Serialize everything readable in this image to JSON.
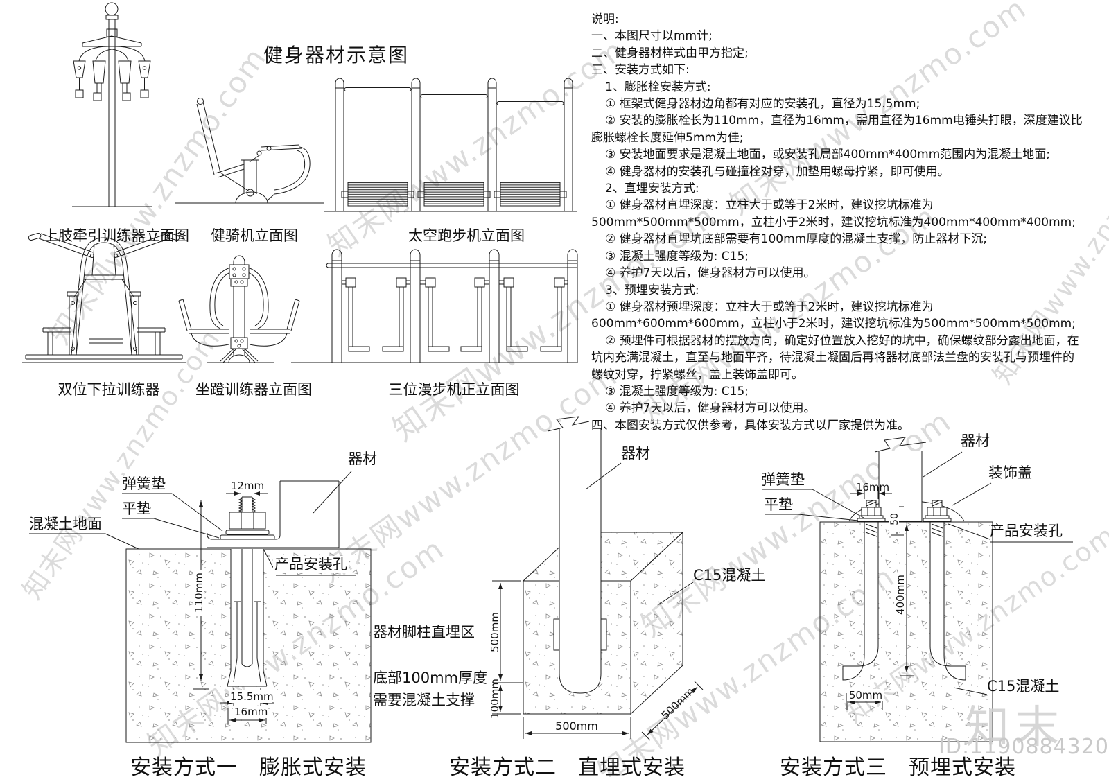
{
  "title": "健身器材示意图",
  "equipment": {
    "e1": "上肢牵引训练器立面图",
    "e2": "健骑机立面图",
    "e3": "太空跑步机立面图",
    "e4": "双位下拉训练器",
    "e5": "坐蹬训练器立面图",
    "e6": "三位漫步机正立面图"
  },
  "notes": {
    "lines": [
      "说明:",
      "一、本图尺寸以mm计;",
      "二、健身器材样式由甲方指定;",
      "三、安装方式如下:",
      "1、膨胀栓安装方式:",
      "① 框架式健身器材边角都有对应的安装孔，直径为15.5mm;",
      "② 安装的膨胀栓长为110mm，直径为16mm，需用直径为16mm电锤头打眼，深度建议比膨胀螺栓长度延伸5mm为佳;",
      "③ 安装地面要求是混凝土地面，或安装孔局部400mm*400mm范围内为混凝土地面;",
      "④ 健身器材的安装孔与碰撞栓对穿，加垫用螺母拧紧，即可使用。",
      "2、直埋安装方式:",
      "① 健身器材直埋深度：立柱大于或等于2米时，建议挖坑标准为500mm*500mm*500mm，立柱小于2米时，建议挖坑标准为400mm*400mm*400mm;",
      "② 健身器材直埋坑底部需要有100mm厚度的混凝土支撑，防止器材下沉;",
      "③ 混凝土强度等级为: C15;",
      "④ 养护7天以后，健身器材方可以使用。",
      "3、预埋安装方式:",
      "① 健身器材预埋深度：立柱大于或等于2米时，建议挖坑标准为600mm*600mm*600mm，立柱小于2米时，建议挖坑标准为500mm*500mm*500mm;",
      "② 预埋件可根据器材的摆放方向，确定好位置放入挖好的坑中，确保螺纹部分露出地面，在坑内充满混凝土，直至与地面平齐，待混凝土凝固后再将器材底部法兰盘的安装孔与预埋件的螺纹对穿，拧紧螺丝，盖上装饰盖即可。",
      "③ 混凝土强度等级为: C15;",
      "④ 养护7天以后，健身器材方可以使用。",
      "四、本图安装方式仅供参考，具体安装方式以厂家提供为准。"
    ]
  },
  "install1": {
    "caption": "安装方式一　膨胀式安装",
    "labels": {
      "spring_washer": "弹簧垫",
      "flat_washer": "平垫",
      "concrete_ground": "混凝土地面",
      "product_hole": "产品安装孔",
      "equipment": "器材"
    },
    "dims": {
      "bolt_dia": "12mm",
      "depth": "110mm",
      "sleeve_dia": "15.5mm",
      "hole_dia": "16mm"
    }
  },
  "install2": {
    "caption": "安装方式二　直埋式安装",
    "labels": {
      "equipment": "器材",
      "c15": "C15混凝土",
      "burial_zone": "器材脚柱直埋区",
      "bottom_note1": "底部100mm厚度",
      "bottom_note2": "需要混凝土支撑"
    },
    "dims": {
      "depth": "500mm",
      "support": "100mm",
      "width": "500mm",
      "length": "500mm"
    }
  },
  "install3": {
    "caption": "安装方式三　预埋式安装",
    "labels": {
      "spring_washer": "弹簧垫",
      "flat_washer": "平垫",
      "equipment": "器材",
      "cover": "装饰盖",
      "product_hole": "产品安装孔",
      "c15": "C15混凝土"
    },
    "dims": {
      "bolt_dia": "16mm",
      "exposed": "50",
      "anchor_spacing": "400mm",
      "hook": "50mm"
    }
  },
  "watermark": {
    "site": "知末网www.znzmo.com",
    "logo": "知末",
    "id": "ID:1190884320"
  }
}
